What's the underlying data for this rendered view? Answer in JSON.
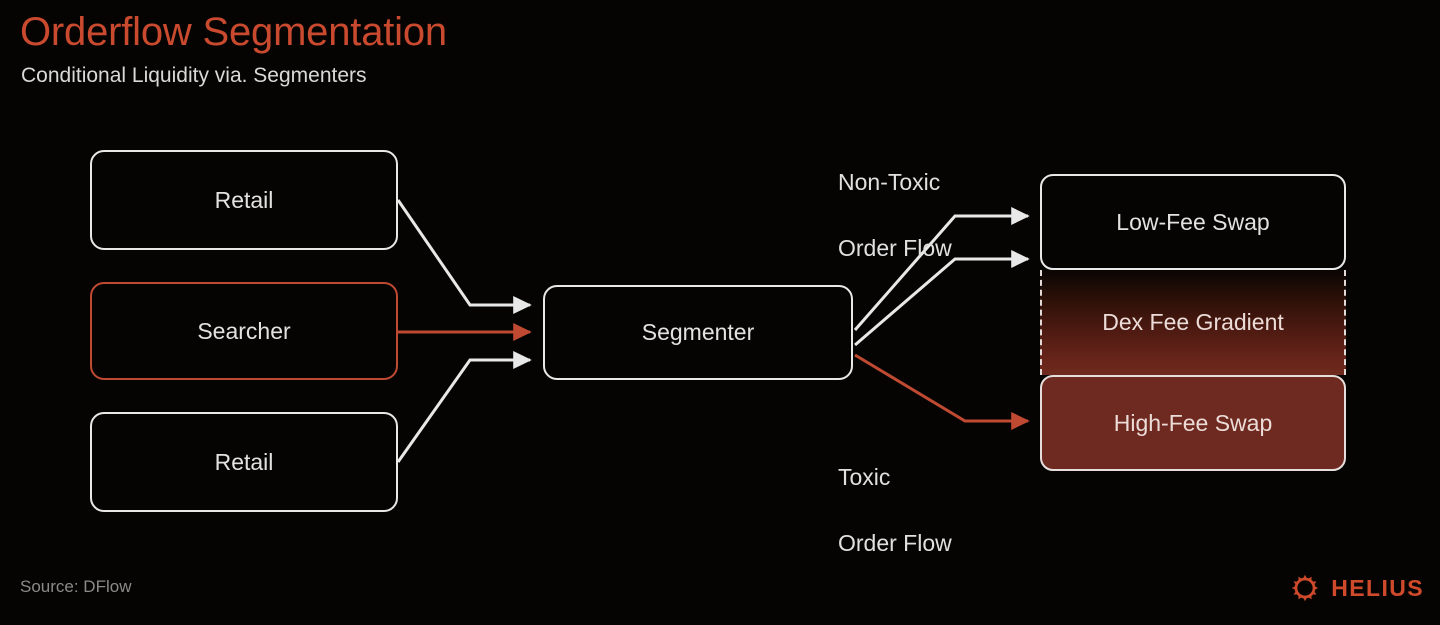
{
  "header": {
    "title": "Orderflow Segmentation",
    "subtitle": "Conditional Liquidity via. Segmenters",
    "title_color": "#c94a2e"
  },
  "diagram": {
    "sources": [
      {
        "label": "Retail",
        "style": "outline-white"
      },
      {
        "label": "Searcher",
        "style": "outline-accent"
      },
      {
        "label": "Retail",
        "style": "outline-white"
      }
    ],
    "processor": {
      "label": "Segmenter"
    },
    "outputs": [
      {
        "label": "Low-Fee Swap",
        "style": "outline-white"
      },
      {
        "label": "Dex Fee Gradient",
        "style": "gradient-dashed"
      },
      {
        "label": "High-Fee Swap",
        "style": "filled-accent"
      }
    ],
    "flow_labels": [
      {
        "name": "non-toxic",
        "line1": "Non-Toxic",
        "line2": "Order Flow"
      },
      {
        "name": "toxic",
        "line1": "Toxic",
        "line2": "Order Flow"
      }
    ],
    "edge_colors": {
      "neutral": "#e8e8e8",
      "accent": "#c04a31"
    }
  },
  "footer": {
    "source": "Source: DFlow",
    "logo_text": "HELIUS",
    "logo_color": "#cf4a2b"
  }
}
